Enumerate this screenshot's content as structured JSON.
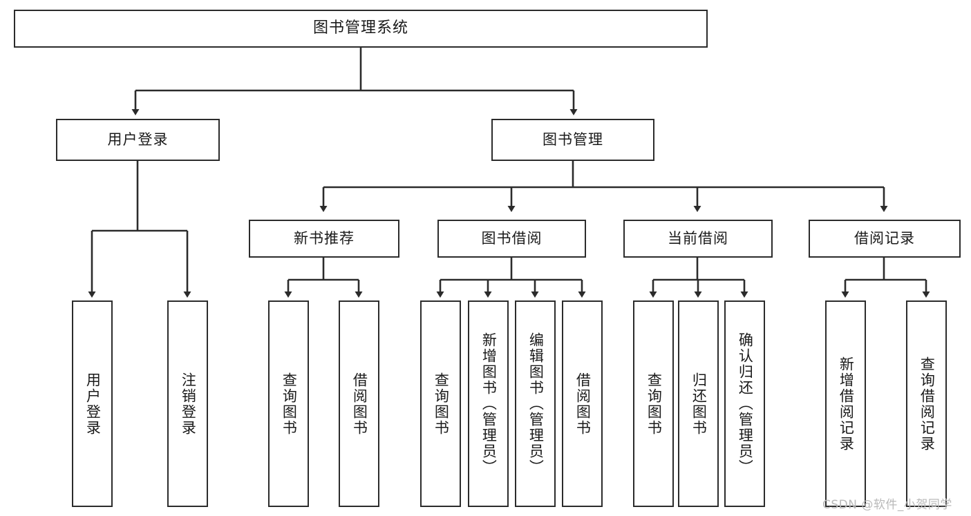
{
  "diagram": {
    "title": "图书管理系统",
    "type": "tree-hierarchy-diagram",
    "watermark": "CSDN @软件_小贺同学",
    "colors": {
      "stroke": "#2b2b2b",
      "fill": "#ffffff",
      "text": "#1a1a1a",
      "watermark": "#b9b9b9"
    },
    "levels": {
      "root": {
        "label": "图书管理系统"
      },
      "level2": [
        {
          "id": "user-login",
          "label": "用户登录"
        },
        {
          "id": "book-manage",
          "label": "图书管理"
        }
      ],
      "level3": [
        {
          "id": "new-book-recommend",
          "label": "新书推荐"
        },
        {
          "id": "book-borrow",
          "label": "图书借阅"
        },
        {
          "id": "current-borrow",
          "label": "当前借阅"
        },
        {
          "id": "borrow-record",
          "label": "借阅记录"
        }
      ],
      "leaves": {
        "user_login": [
          {
            "id": "leaf-user-login",
            "label": "用户登录"
          },
          {
            "id": "leaf-logout-login",
            "label": "注销登录"
          }
        ],
        "new_book_recommend": [
          {
            "id": "leaf-query-book-1",
            "label": "查询图书"
          },
          {
            "id": "leaf-borrow-book-1",
            "label": "借阅图书"
          }
        ],
        "book_borrow": [
          {
            "id": "leaf-query-book-2",
            "label": "查询图书"
          },
          {
            "id": "leaf-add-book",
            "label": "新增图书（管理员）"
          },
          {
            "id": "leaf-edit-book",
            "label": "编辑图书（管理员）"
          },
          {
            "id": "leaf-borrow-book-2",
            "label": "借阅图书"
          }
        ],
        "current_borrow": [
          {
            "id": "leaf-query-book-3",
            "label": "查询图书"
          },
          {
            "id": "leaf-return-book",
            "label": "归还图书"
          },
          {
            "id": "leaf-confirm-return",
            "label": "确认归还（管理员）"
          }
        ],
        "borrow_record": [
          {
            "id": "leaf-add-record",
            "label": "新增借阅记录"
          },
          {
            "id": "leaf-query-record",
            "label": "查询借阅记录"
          }
        ]
      }
    }
  }
}
